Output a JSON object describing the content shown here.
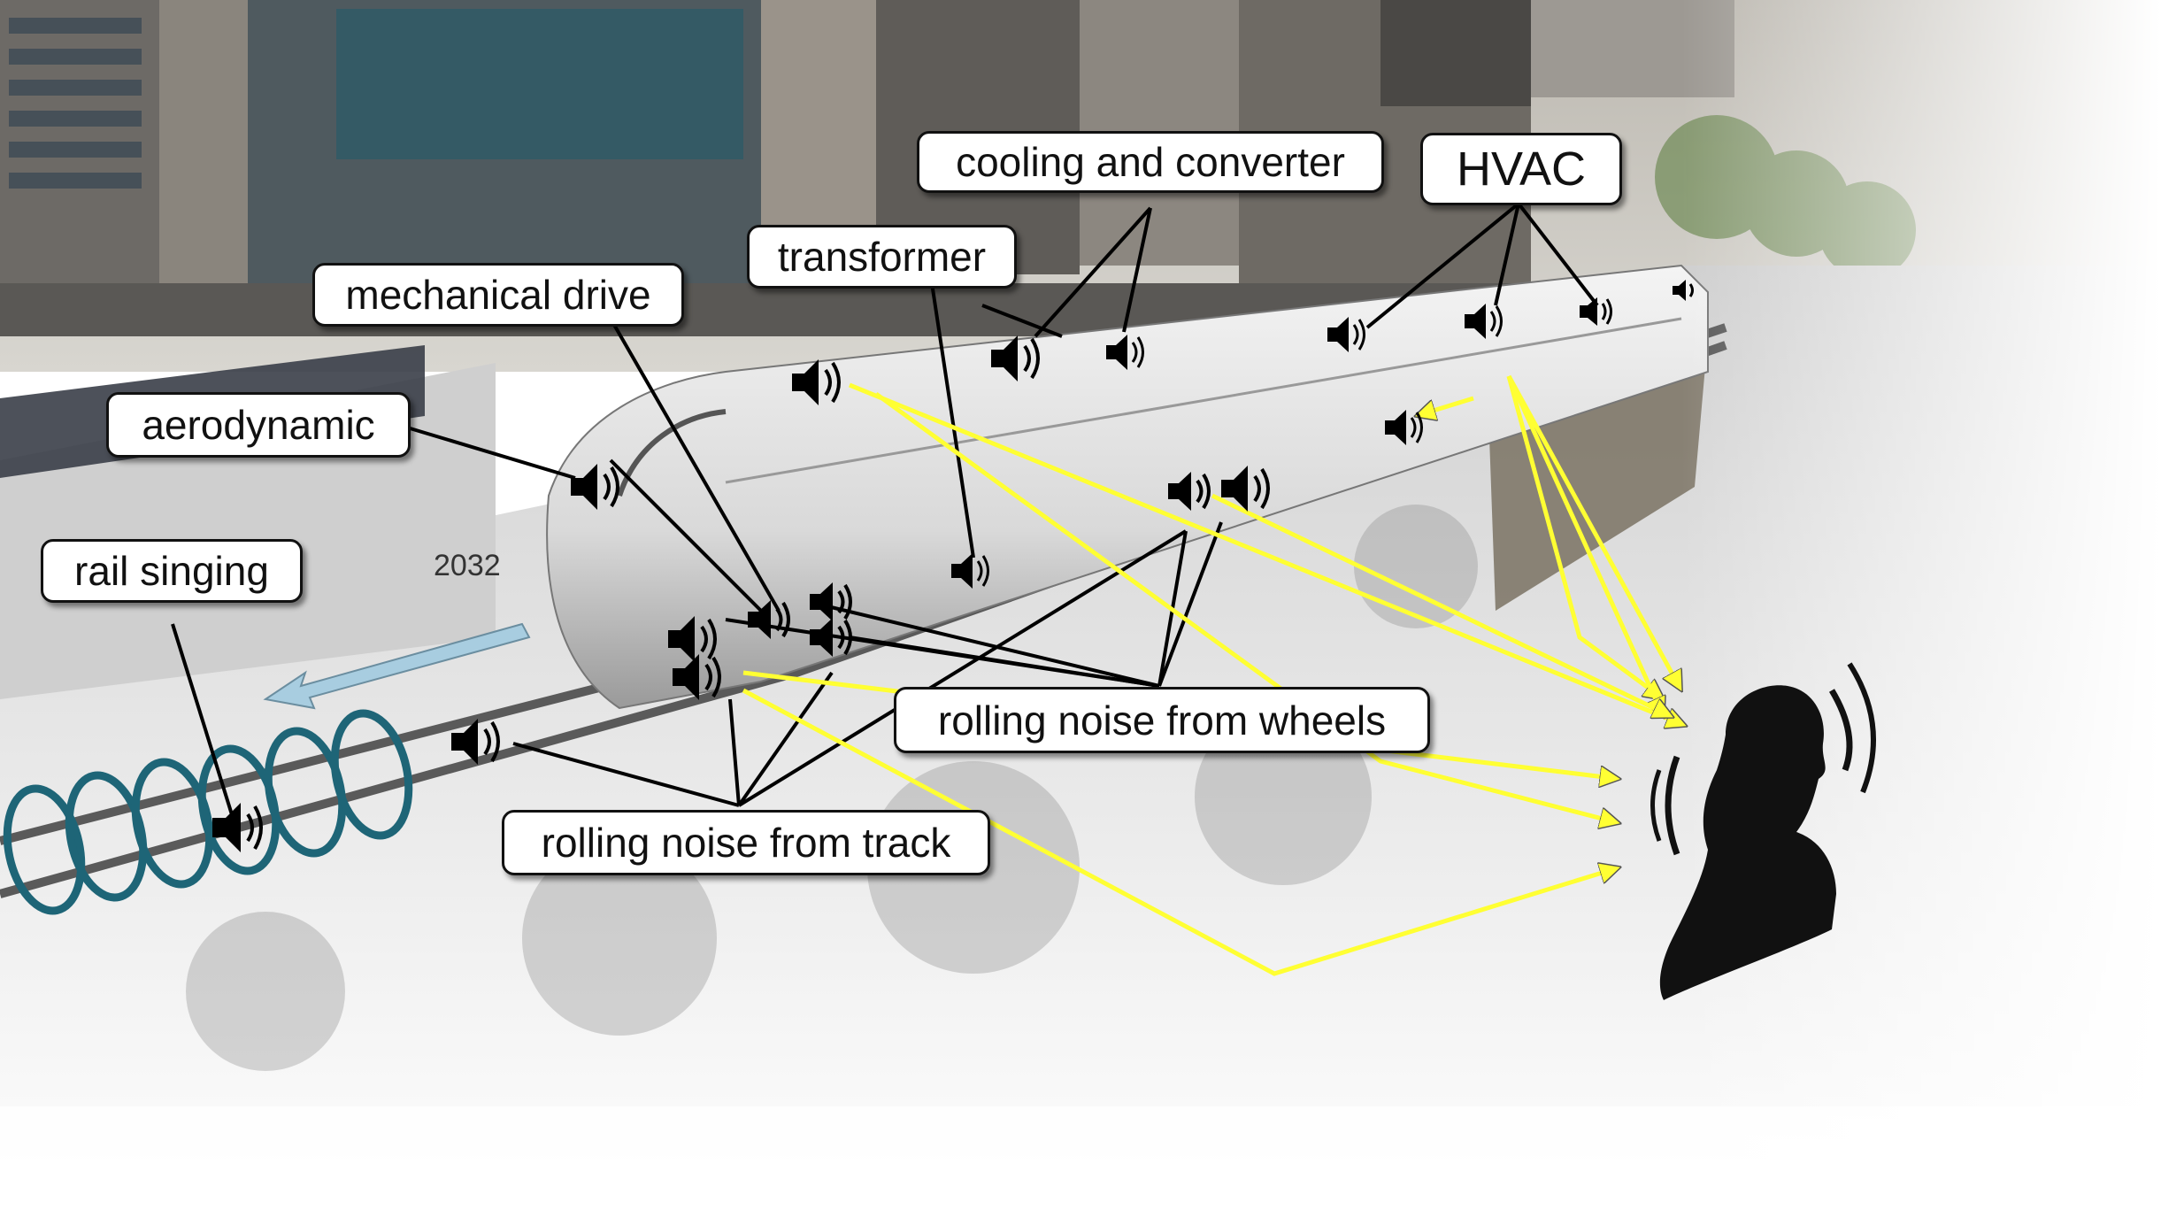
{
  "labels": {
    "cooling": "cooling and converter",
    "hvac": "HVAC",
    "transformer": "transformer",
    "mechanical_drive": "mechanical drive",
    "aerodynamic": "aerodynamic",
    "rail_singing": "rail singing",
    "rolling_wheels": "rolling noise from wheels",
    "rolling_track": "rolling noise from track"
  },
  "train_number": "2032",
  "colors": {
    "propagation_arrow": "#ffff33",
    "rail_singing_coil": "#1e6577",
    "motion_arrow": "#a8cde0",
    "label_border": "#111111"
  },
  "icons": [
    "speaker-icon",
    "listener-head-icon",
    "motion-arrow-icon"
  ]
}
